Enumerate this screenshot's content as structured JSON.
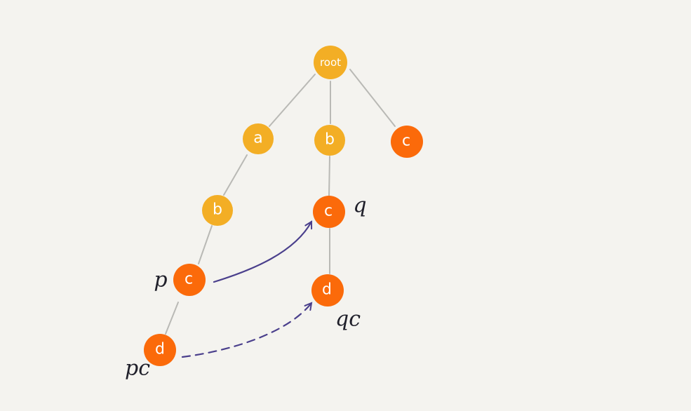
{
  "colors": {
    "background": "#f4f3ef",
    "edge": "#b9b9b5",
    "node_yellow": "#f3ae25",
    "node_orange": "#fb6a0a",
    "arrow": "#4a3f8c",
    "pointer_text": "#1f1f2a"
  },
  "nodes": {
    "root": {
      "label": "root",
      "color": "yellow"
    },
    "a": {
      "label": "a",
      "color": "yellow"
    },
    "b_mid": {
      "label": "b",
      "color": "yellow"
    },
    "c_right": {
      "label": "c",
      "color": "orange"
    },
    "b_left": {
      "label": "b",
      "color": "yellow"
    },
    "c_q": {
      "label": "c",
      "color": "orange"
    },
    "c_p": {
      "label": "c",
      "color": "orange"
    },
    "d_qc": {
      "label": "d",
      "color": "orange"
    },
    "d_pc": {
      "label": "d",
      "color": "orange"
    }
  },
  "edges": [
    [
      "root",
      "a"
    ],
    [
      "root",
      "b_mid"
    ],
    [
      "root",
      "c_right"
    ],
    [
      "a",
      "b_left"
    ],
    [
      "b_left",
      "c_p"
    ],
    [
      "c_p",
      "d_pc"
    ],
    [
      "b_mid",
      "c_q"
    ],
    [
      "c_q",
      "d_qc"
    ]
  ],
  "arrows": [
    {
      "from": "c_p",
      "to": "c_q",
      "style": "solid"
    },
    {
      "from": "d_pc",
      "to": "d_qc",
      "style": "dashed"
    }
  ],
  "pointer_labels": {
    "p": "p",
    "q": "q",
    "pc": "pc",
    "qc": "qc"
  }
}
